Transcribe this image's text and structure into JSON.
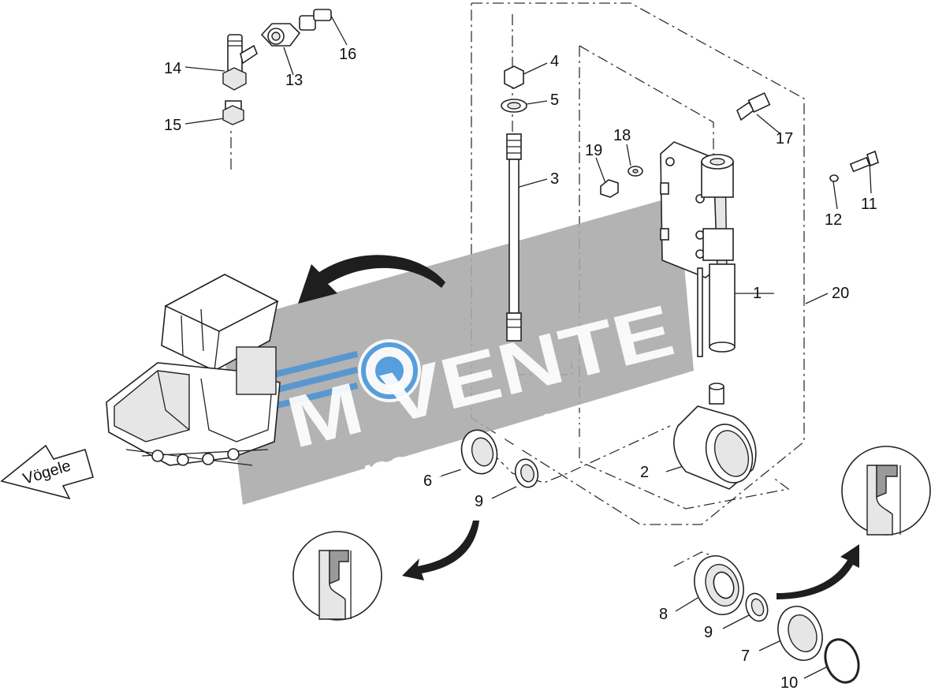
{
  "parts": [
    {
      "id": "p1",
      "label": "1"
    },
    {
      "id": "p2",
      "label": "2"
    },
    {
      "id": "p3",
      "label": "3"
    },
    {
      "id": "p4",
      "label": "4"
    },
    {
      "id": "p5",
      "label": "5"
    },
    {
      "id": "p6",
      "label": "6"
    },
    {
      "id": "p7",
      "label": "7"
    },
    {
      "id": "p8",
      "label": "8"
    },
    {
      "id": "p9a",
      "label": "9"
    },
    {
      "id": "p9b",
      "label": "9"
    },
    {
      "id": "p10",
      "label": "10"
    },
    {
      "id": "p11",
      "label": "11"
    },
    {
      "id": "p12",
      "label": "12"
    },
    {
      "id": "p13",
      "label": "13"
    },
    {
      "id": "p14",
      "label": "14"
    },
    {
      "id": "p15",
      "label": "15"
    },
    {
      "id": "p16",
      "label": "16"
    },
    {
      "id": "p17",
      "label": "17"
    },
    {
      "id": "p18",
      "label": "18"
    },
    {
      "id": "p19",
      "label": "19"
    },
    {
      "id": "p20",
      "label": "20"
    }
  ],
  "direction_arrow_label": "Vögele",
  "watermark": {
    "brand": "M VENTE",
    "domain": "movente.ru"
  },
  "colors": {
    "watermark_band": "#a8a8a8",
    "watermark_logo": "#3b8ed8",
    "line": "#222222"
  }
}
